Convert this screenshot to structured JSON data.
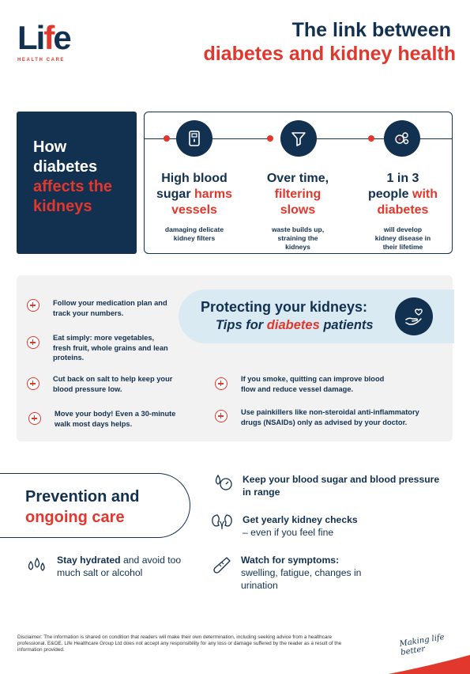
{
  "logo": {
    "word_1": "Li",
    "word_2": "f",
    "word_3": "e",
    "sub": "HEALTH CARE"
  },
  "header": {
    "title_line1": "The link between",
    "title_line2": "diabetes and kidney health"
  },
  "how": {
    "line1": "How",
    "line2": "diabetes",
    "line3": "affects the",
    "line4": "kidneys"
  },
  "effects": [
    {
      "icon": "glucose-meter-icon",
      "head_a": "High blood",
      "head_b": "sugar ",
      "head_c": "harms",
      "head_d": "vessels",
      "sub": "damaging delicate kidney filters"
    },
    {
      "icon": "filter-funnel-icon",
      "head_a": "Over time,",
      "head_b": "filtering",
      "head_c": "slows",
      "sub": "waste builds up, straining the kidneys"
    },
    {
      "icon": "blood-cells-icon",
      "head_a": "1 in 3",
      "head_b": "people ",
      "head_c": "with",
      "head_d": "diabetes",
      "sub": "will develop kidney disease in their lifetime"
    }
  ],
  "protect": {
    "title": "Protecting your kidneys:",
    "subtitle_a": "Tips for ",
    "subtitle_b": "diabetes",
    "subtitle_c": " patients",
    "icon": "hand-heart-icon",
    "tips": [
      "Follow your medication plan and track your numbers.",
      "Eat simply: more vegetables, fresh fruit, whole grains and lean proteins.",
      "Cut back on salt to help keep your blood pressure low.",
      "Move your body! Even a 30-minute walk most days helps.",
      "If you smoke, quitting can improve blood flow and reduce vessel damage.",
      "Use painkillers like non-steroidal anti-inflammatory drugs (NSAIDs) only as advised by your doctor."
    ]
  },
  "prevention": {
    "title_a": "Prevention and",
    "title_b": "ongoing care",
    "items": [
      {
        "icon": "water-drops-icon",
        "bold": "Stay hydrated",
        "rest": " and avoid too much salt or alcohol"
      },
      {
        "icon": "blood-pressure-icon",
        "bold": "Keep your blood sugar and blood pressure in range",
        "rest": ""
      },
      {
        "icon": "kidneys-icon",
        "bold": "Get yearly kidney checks",
        "rest": "– even if you feel fine"
      },
      {
        "icon": "thermometer-icon",
        "bold": "Watch for symptoms:",
        "rest": "swelling, fatigue, changes in urination"
      }
    ]
  },
  "disclaimer": "Disclaimer: The information is shared on condition that readers will make their own determination, including seeking advice from a healthcare professional. E&OE. Life Healthcare Group Ltd does not accept any responsibility for any loss or damage suffered by the reader as a result of the information provided.",
  "slogan": "Making life better",
  "colors": {
    "navy": "#12304f",
    "red": "#e1372d",
    "light_blue": "#d9eaf3",
    "grey_panel": "#f2f2f2"
  }
}
